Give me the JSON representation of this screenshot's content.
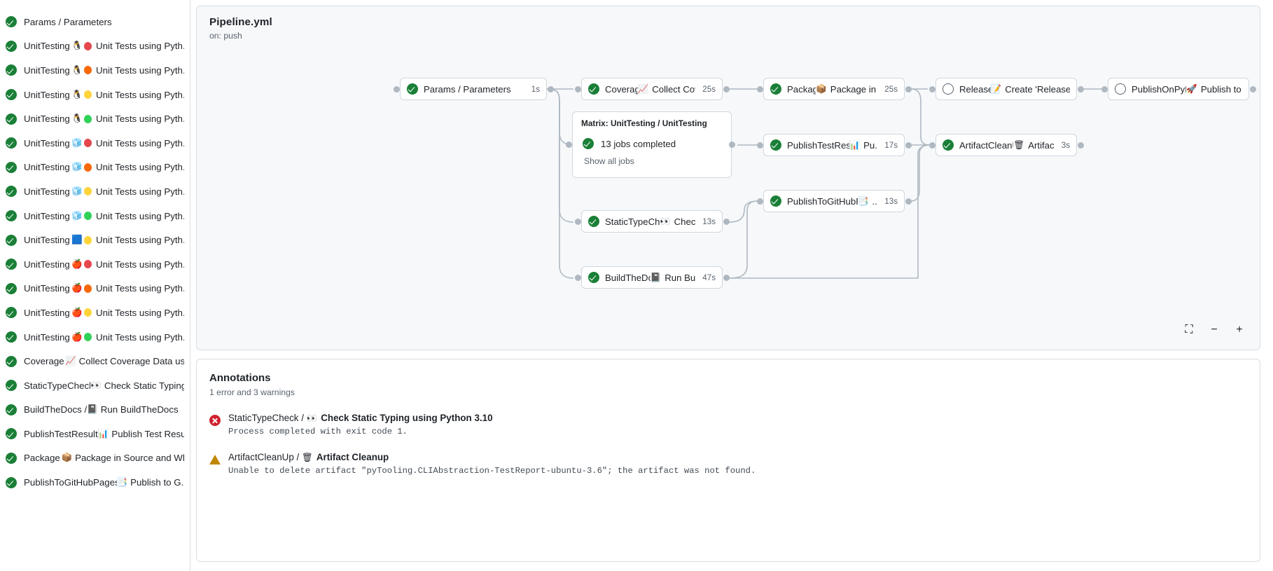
{
  "sidebar": {
    "items": [
      {
        "status": "success",
        "text": "Params / Parameters",
        "os": "",
        "ver": ""
      },
      {
        "status": "success",
        "text": "UnitTesting / ",
        "os": "🐧",
        "ver": "#e5484d",
        "tail": "Unit Tests using Pyth..."
      },
      {
        "status": "success",
        "text": "UnitTesting / ",
        "os": "🐧",
        "ver": "#f76808",
        "tail": "Unit Tests using Pyth..."
      },
      {
        "status": "success",
        "text": "UnitTesting / ",
        "os": "🐧",
        "ver": "#ffd43b",
        "tail": "Unit Tests using Pyth..."
      },
      {
        "status": "success",
        "text": "UnitTesting / ",
        "os": "🐧",
        "ver": "#30d158",
        "tail": "Unit Tests using Pyth..."
      },
      {
        "status": "success",
        "text": "UnitTesting / ",
        "os": "🧊",
        "ver": "#e5484d",
        "tail": "Unit Tests using Pyth..."
      },
      {
        "status": "success",
        "text": "UnitTesting / ",
        "os": "🧊",
        "ver": "#f76808",
        "tail": "Unit Tests using Pyth..."
      },
      {
        "status": "success",
        "text": "UnitTesting / ",
        "os": "🧊",
        "ver": "#ffd43b",
        "tail": "Unit Tests using Pyth..."
      },
      {
        "status": "success",
        "text": "UnitTesting / ",
        "os": "🧊",
        "ver": "#30d158",
        "tail": "Unit Tests using Pyth..."
      },
      {
        "status": "success",
        "text": "UnitTesting / ",
        "os": "🟦",
        "ver": "#ffd43b",
        "tail": "Unit Tests using Pyth..."
      },
      {
        "status": "success",
        "text": "UnitTesting / ",
        "os": "🍎",
        "ver": "#e5484d",
        "tail": "Unit Tests using Pyth..."
      },
      {
        "status": "success",
        "text": "UnitTesting / ",
        "os": "🍎",
        "ver": "#f76808",
        "tail": "Unit Tests using Pyth..."
      },
      {
        "status": "success",
        "text": "UnitTesting / ",
        "os": "🍎",
        "ver": "#ffd43b",
        "tail": "Unit Tests using Pyth..."
      },
      {
        "status": "success",
        "text": "UnitTesting / ",
        "os": "🍎",
        "ver": "#30d158",
        "tail": "Unit Tests using Pyth..."
      },
      {
        "status": "success",
        "text": "Coverage / ",
        "os": "📈",
        "ver": "",
        "tail": "Collect Coverage Data usi..."
      },
      {
        "status": "success",
        "text": "StaticTypeCheck / ",
        "os": "👀",
        "ver": "",
        "tail": "Check Static Typing..."
      },
      {
        "status": "success",
        "text": "BuildTheDocs / ",
        "os": "📓",
        "ver": "",
        "tail": "Run BuildTheDocs"
      },
      {
        "status": "success",
        "text": "PublishTestResults / ",
        "os": "📊",
        "ver": "",
        "tail": "Publish Test Resu..."
      },
      {
        "status": "success",
        "text": "Package / ",
        "os": "📦",
        "ver": "",
        "tail": "Package in Source and Wh..."
      },
      {
        "status": "success",
        "text": "PublishToGitHubPages / ",
        "os": "📑",
        "ver": "",
        "tail": "Publish to G..."
      }
    ]
  },
  "graph": {
    "title": "Pipeline.yml",
    "subtitle": "on: push",
    "nodes": [
      {
        "id": "params",
        "label": "Params / Parameters",
        "emoji": "",
        "duration": "1s",
        "status": "success"
      },
      {
        "id": "coverage",
        "label": "Coverage / ",
        "emoji": "📈",
        "tail": "Collect Cove...",
        "duration": "25s",
        "status": "success"
      },
      {
        "id": "package",
        "label": "Package / ",
        "emoji": "📦",
        "tail": "Package in So...",
        "duration": "25s",
        "status": "success"
      },
      {
        "id": "release",
        "label": "Release / ",
        "emoji": "📝",
        "tail": "Create 'Release P...",
        "duration": "",
        "status": "skipped"
      },
      {
        "id": "pypi",
        "label": "PublishOnPyPI / ",
        "emoji": "🚀",
        "tail": "Publish to ...",
        "duration": "",
        "status": "skipped"
      },
      {
        "id": "testresults",
        "label": "PublishTestResults / ",
        "emoji": "📊",
        "tail": "Pu...",
        "duration": "17s",
        "status": "success"
      },
      {
        "id": "artifact",
        "label": "ArtifactCleanUp / ",
        "emoji": "🗑",
        "tail": "Artifac...",
        "duration": "3s",
        "status": "success"
      },
      {
        "id": "pages",
        "label": "PublishToGitHubPages / ",
        "emoji": "📑",
        "tail": "...",
        "duration": "13s",
        "status": "success"
      },
      {
        "id": "typecheck",
        "label": "StaticTypeCheck / ",
        "emoji": "👀",
        "tail": "Chec...",
        "duration": "13s",
        "status": "success"
      },
      {
        "id": "docs",
        "label": "BuildTheDocs / ",
        "emoji": "📓",
        "tail": "Run Buil...",
        "duration": "47s",
        "status": "success"
      }
    ],
    "matrix": {
      "title": "Matrix: UnitTesting / UnitTesting",
      "jobs_completed": "13 jobs completed",
      "show_all": "Show all jobs"
    },
    "controls": {
      "fit": "⛶",
      "zoom_out": "−",
      "zoom_in": "+"
    }
  },
  "annotations": {
    "title": "Annotations",
    "summary": "1 error and 3 warnings",
    "items": [
      {
        "severity": "error",
        "name": "StaticTypeCheck / ",
        "emoji": "👀",
        "name_tail": "Check Static Typing using Python 3.10",
        "message": "Process completed with exit code 1."
      },
      {
        "severity": "warning",
        "name": "ArtifactCleanUp / ",
        "emoji": "🗑",
        "name_tail": "Artifact Cleanup",
        "message": "Unable to delete artifact \"pyTooling.CLIAbstraction-TestReport-ubuntu-3.6\"; the artifact was not found."
      }
    ]
  }
}
